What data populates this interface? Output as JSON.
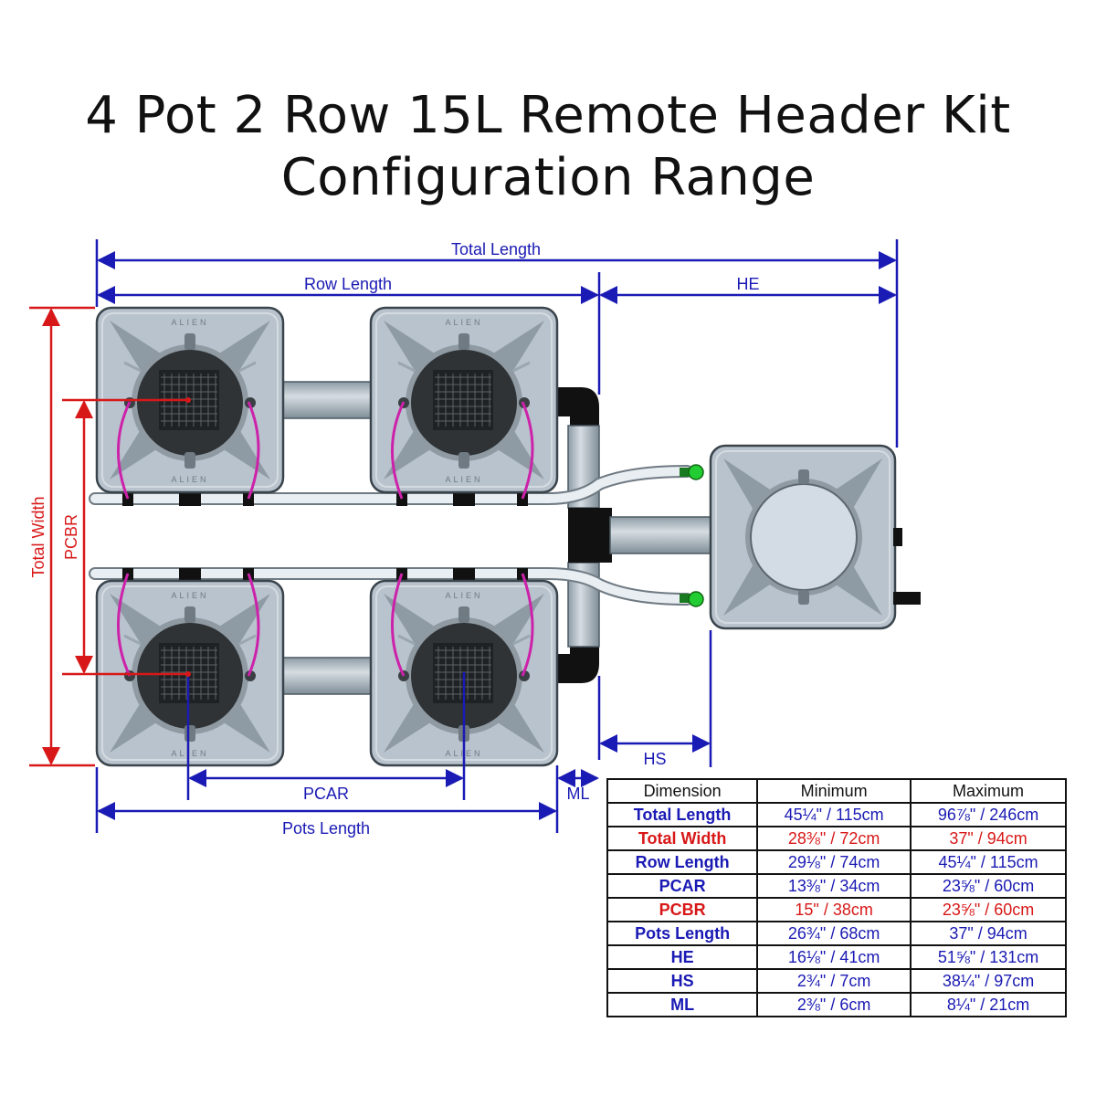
{
  "title": {
    "line1": "4 Pot 2 Row 15L Remote Header Kit",
    "line2": "Configuration Range"
  },
  "labels": {
    "total_length": "Total Length",
    "row_length": "Row Length",
    "he": "HE",
    "total_width": "Total Width",
    "pcbr": "PCBR",
    "pcar": "PCAR",
    "pots_length": "Pots Length",
    "ml": "ML",
    "hs": "HS"
  },
  "pot_brand": "ALIEN",
  "colors": {
    "blue_dimension": "#1a1ab4",
    "red_dimension": "#d81818",
    "pot_body": "#b9c3cd",
    "pipe": "#a9b7c0",
    "connector": "#22cc33",
    "hose": "#cc22aa"
  },
  "table": {
    "headers": [
      "Dimension",
      "Minimum",
      "Maximum"
    ],
    "rows": [
      {
        "name": "Total Length",
        "min": "45¼\" / 115cm",
        "max": "96⅞\" / 246cm",
        "color": "blue"
      },
      {
        "name": "Total Width",
        "min": "28⅜\" / 72cm",
        "max": "37\" / 94cm",
        "color": "red"
      },
      {
        "name": "Row Length",
        "min": "29⅛\" / 74cm",
        "max": "45¼\" / 115cm",
        "color": "blue"
      },
      {
        "name": "PCAR",
        "min": "13⅜\" / 34cm",
        "max": "23⅝\" / 60cm",
        "color": "blue"
      },
      {
        "name": "PCBR",
        "min": "15\" / 38cm",
        "max": "23⅝\" / 60cm",
        "color": "red"
      },
      {
        "name": "Pots Length",
        "min": "26¾\" / 68cm",
        "max": "37\" / 94cm",
        "color": "blue"
      },
      {
        "name": "HE",
        "min": "16⅛\" / 41cm",
        "max": "51⅝\" / 131cm",
        "color": "blue"
      },
      {
        "name": "HS",
        "min": "2¾\" / 7cm",
        "max": "38¼\" / 97cm",
        "color": "blue"
      },
      {
        "name": "ML",
        "min": "2⅜\" / 6cm",
        "max": "8¼\" / 21cm",
        "color": "blue"
      }
    ]
  }
}
